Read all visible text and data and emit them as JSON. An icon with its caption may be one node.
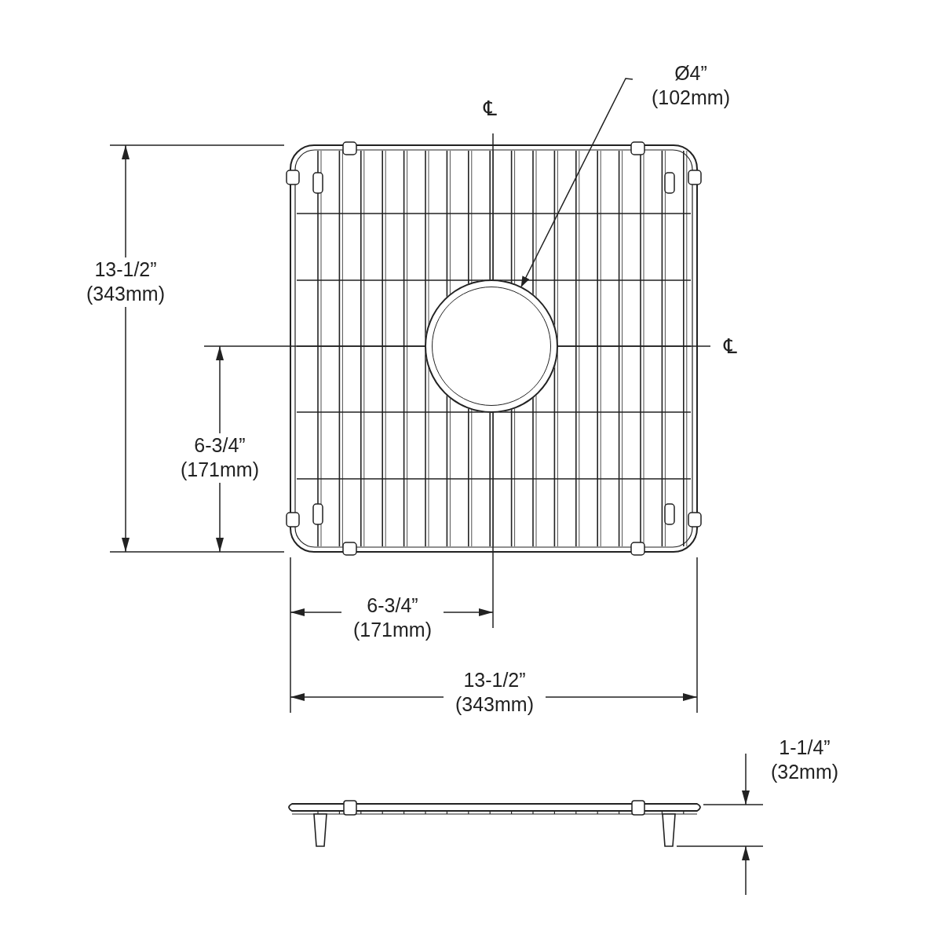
{
  "diagram": {
    "nodes": [
      {
        "text": [
          "Ø4” (102mm)"
        ]
      },
      {
        "text": [],
        "shape": "circle"
      }
    ],
    "edges": [
      {
        "from": 0,
        "to": 1,
        "arrow": "to"
      }
    ],
    "labels": [
      "℄",
      "13-1/2” (343mm)",
      "℄",
      "6-3/4” (171mm)",
      "6-3/4” (171mm)",
      "13-1/2” (343mm)",
      "1-1/4” (32mm)"
    ]
  }
}
